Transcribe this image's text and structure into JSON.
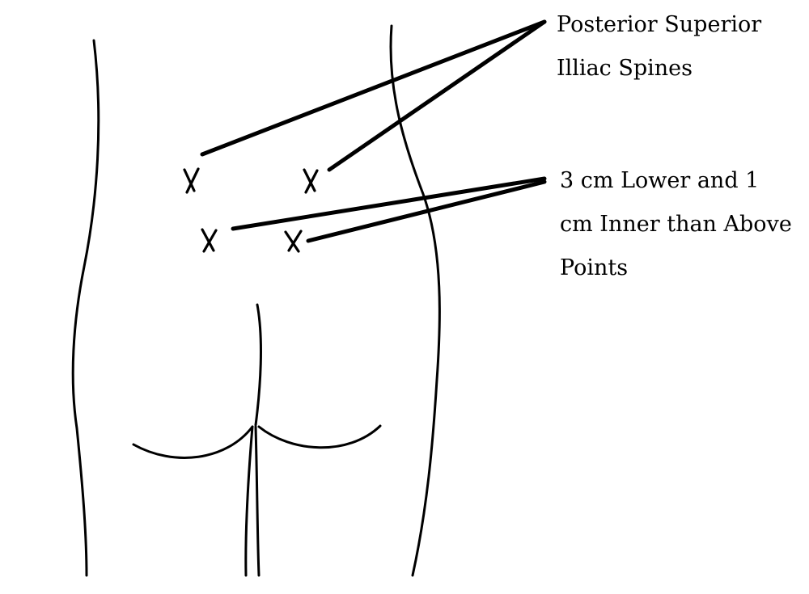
{
  "labels": {
    "psis": {
      "line1": "Posterior Superior",
      "line2": "Illiac Spines"
    },
    "lower_points": {
      "line1": "3 cm Lower and 1",
      "line2": "cm Inner than Above",
      "line3": "Points"
    }
  },
  "marker_glyph": "x",
  "colors": {
    "ink": "#000000",
    "background": "#ffffff"
  }
}
